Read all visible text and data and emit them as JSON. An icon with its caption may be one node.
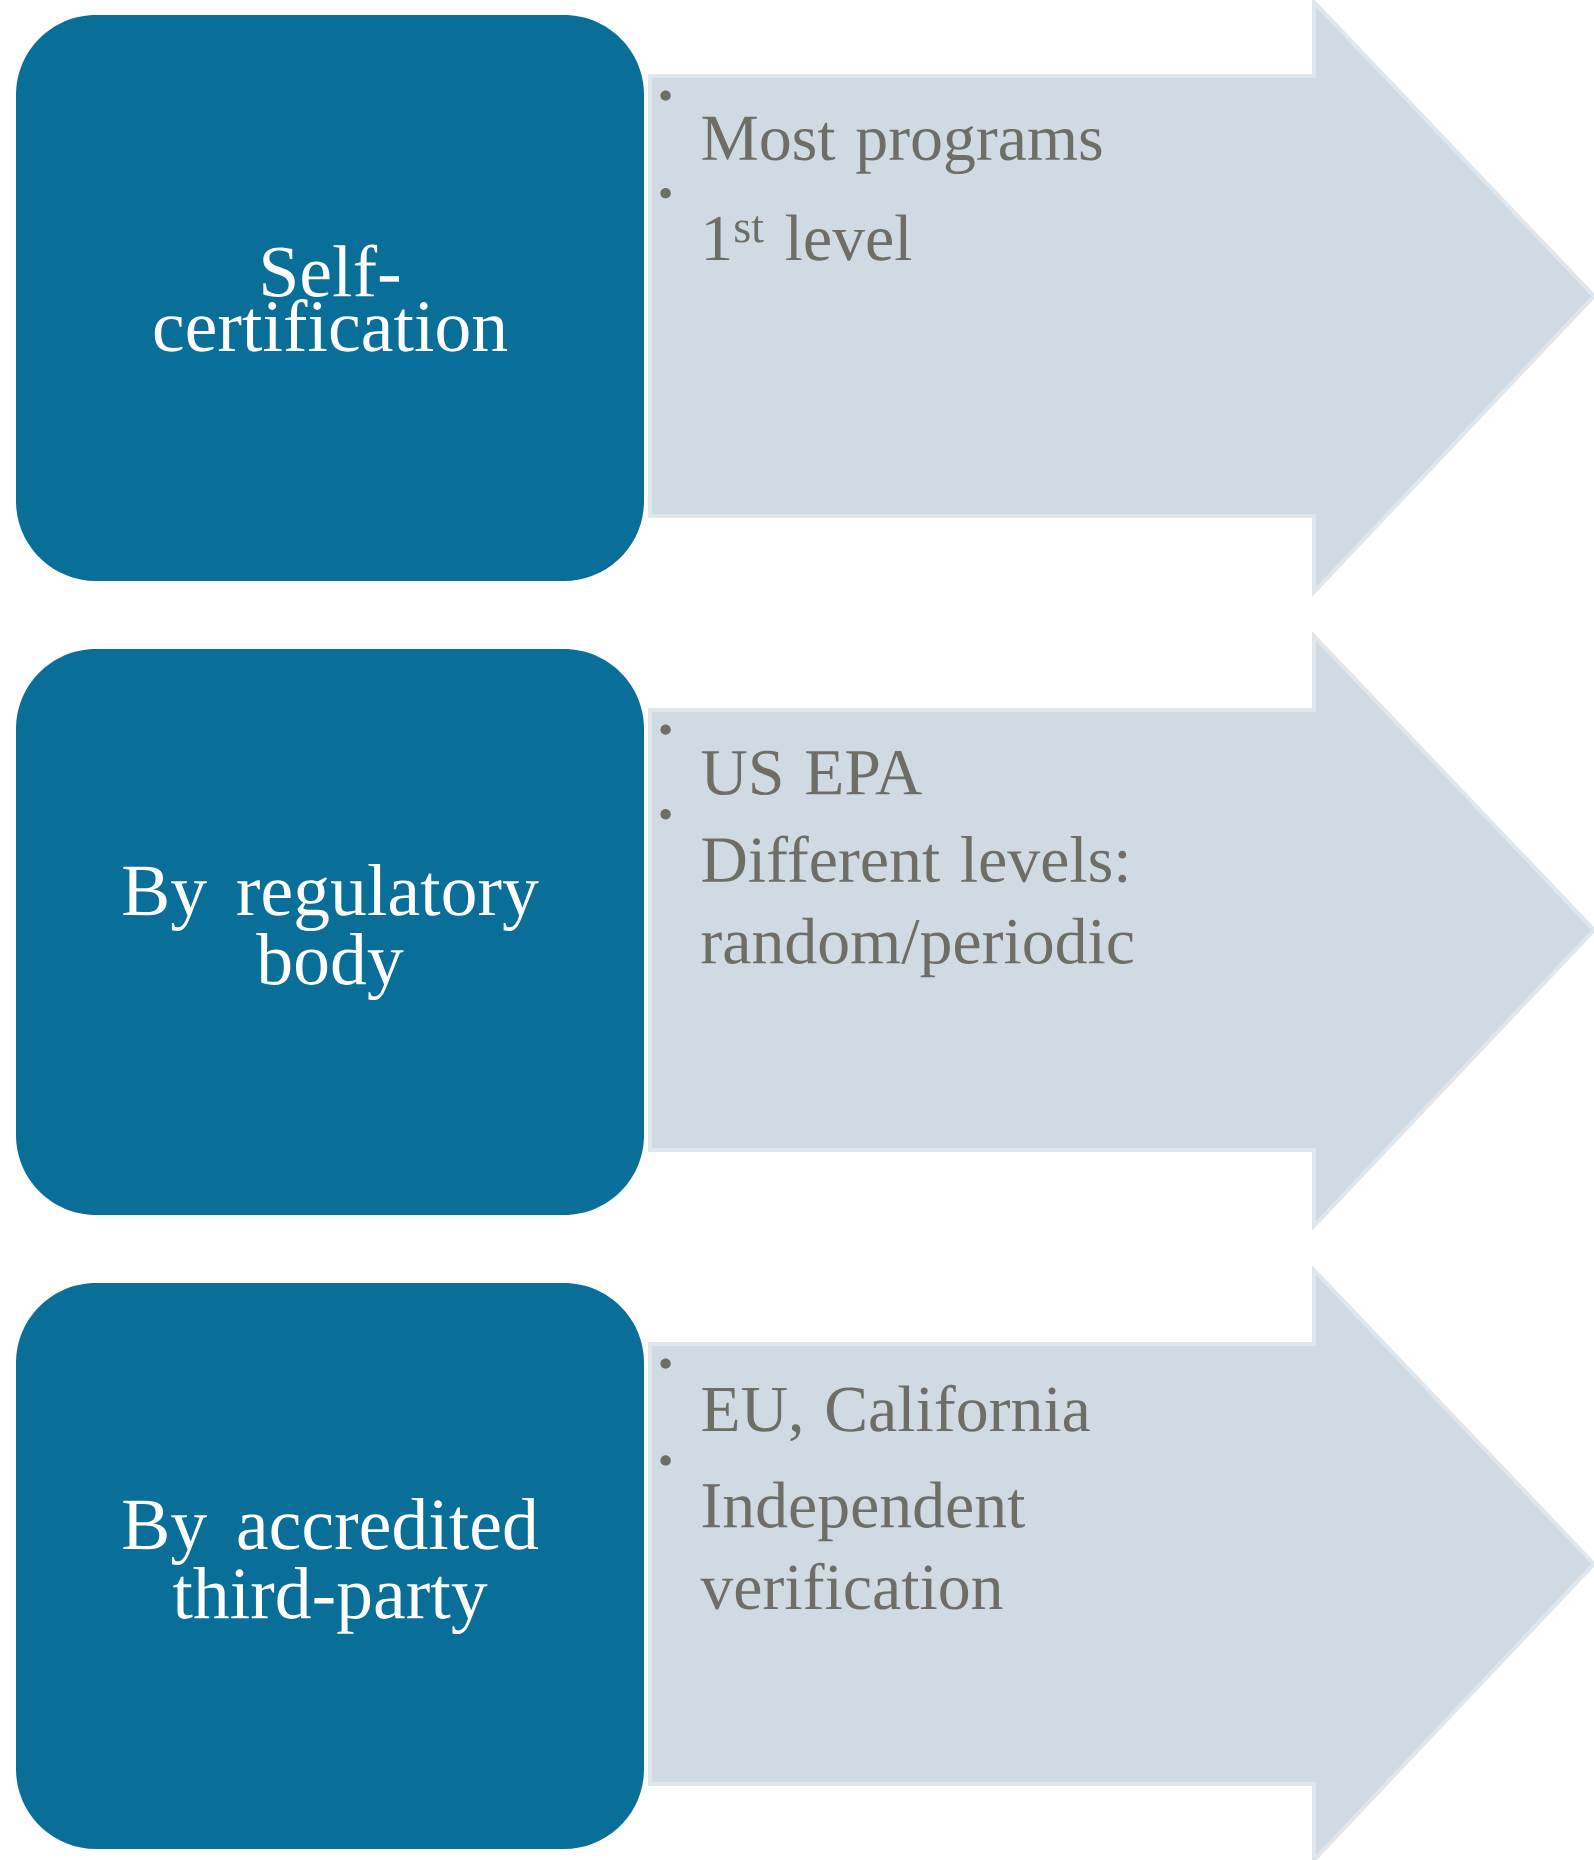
{
  "diagram": {
    "nodes": [
      {
        "text": [
          "Self-certification"
        ]
      },
      {
        "text": [
          "Most programs",
          "1$^{st}$ level"
        ]
      },
      {
        "text": [
          "By regulatory body"
        ]
      },
      {
        "text": [
          "US EPA",
          "Different levels: random/periodic"
        ]
      },
      {
        "text": [
          "By accredited third-party"
        ]
      },
      {
        "text": [
          "EU, California",
          "Independent verification"
        ]
      }
    ]
  }
}
